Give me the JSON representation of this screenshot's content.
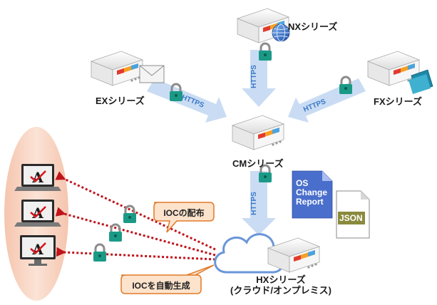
{
  "devices": {
    "nx": "NXシリーズ",
    "ex": "EXシリーズ",
    "fx": "FXシリーズ",
    "cm": "CMシリーズ",
    "hx_line1": "HXシリーズ",
    "hx_line2": "(クラウド/オンプレミス)"
  },
  "protocol": "HTTPS",
  "callouts": {
    "ioc_distribution": "IOCの配布",
    "ioc_generation": "IOCを自動生成"
  },
  "documents": {
    "os_change_report": [
      "OS",
      "Change",
      "Report"
    ],
    "json": "JSON"
  },
  "colors": {
    "arrow_fill": "#c9dcf3",
    "https_text": "#3a78c8",
    "dotted_arrow": "#c0141c",
    "lock_body": "#1a9a86",
    "callout_fill": "#fde3cc",
    "callout_border": "#e07a2a",
    "endpoint_group": "#f8d9c9",
    "report_doc": "#4a6ecb",
    "json_doc": "#8a8a3c",
    "cloud_border": "#6a96d8"
  }
}
